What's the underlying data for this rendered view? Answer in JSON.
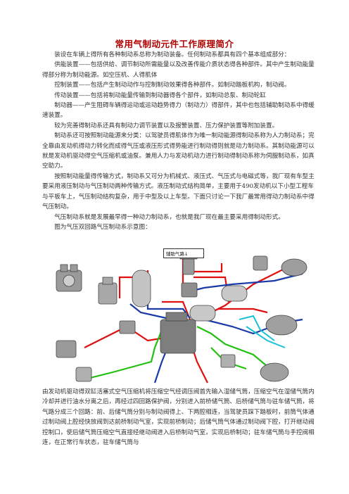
{
  "document": {
    "title": "常用气制动元件工作原理简介",
    "paragraphs": [
      "装设在车辆上得所有各种制动系总称为制动装备。任何制动系都具有四个基本组成部分：",
      "供能装置——包括供给、调节制动所需能量以及改善传能介质状态得各种部件。其中产生制动能量得部分称为制动能源。如空压机、人得肌体",
      "控制装置——包括产生制动动作与控制制动效果得各种部件。如制动踏板机构，制动阀。",
      "传动装置——包括将制动能量传输到制动器得各个部件，如制动总泵、制动轮缸",
      "制动器——产生阻碍车辆得运动或运动趋势得力（制动力）得部件，其中也包括辅助制动系中得缓速装置。",
      "较为完善得制动系还具有制动力调节装置以及报警装置、压力保护装置等附加装置。",
      "制动系还可按照制动能源来分类：以驾驶员得肌体作为唯一制动能源得制动系称为人力制动系；完全靠由发动机得动力转化而成得气压或液压形式得势能进行制动得则就是动力制动系。其制动能源可以就是发动机驱动得空气压缩机或油泵。兼用人力与发动机动力进行制动得制动系称为伺服制动系，如真空助力。",
      "按照制动能量得传输方式，制动系又可分为机械式、液压式、气压式与电磁式等，我厂现有车型主要采用液压制动与气压制动两种传输方式。液压制动式结构简单，主要用于490发动机以下小型工程车与平板车上，气压制动结构复杂，用于中型及以上车型。下面只讨论一下我厂最常用得动力制动系中得气压制动。",
      "气压制动系就是发展最早得一种动力制动系，也就是我厂现在最主要采用得制动形式。",
      "图为气压双回路气压制动系示意图："
    ],
    "diagram_callout": "辅助气路↓",
    "bottom_text": "由发动机驱动得双缸活塞式空气压缩机将压缩空气经调压阀首先输入湿储气筒，压缩空气在湿储气筒内冷却并进行油水分离之后，再经过四回路保护阀，分别进入前桥储气筒、后桥储气筒与驻车储气筒，将气路分成三个回路：前、后储气筒分别与制动阀得上、下两腔相连，当驾驶员踩下踏板时，前筒气体通过制动阀上腔经快放阀到达前桥制动气室，实现前桥制动；后储气筒气体通过制动阀下腔，打开继动阀控制口，使后储气筒压缩空气直接经继动阀进入后桥制动气室，实现后桥制动；驻车储气筒与手控阀相连，在正常行车状态，驻车储气筒与"
  },
  "colors": {
    "title": "#b00000",
    "air_line_red": "#e01010",
    "air_line_blue": "#1a3aa8",
    "air_line_green": "#22c010",
    "air_line_cyan": "#18c0d8"
  }
}
